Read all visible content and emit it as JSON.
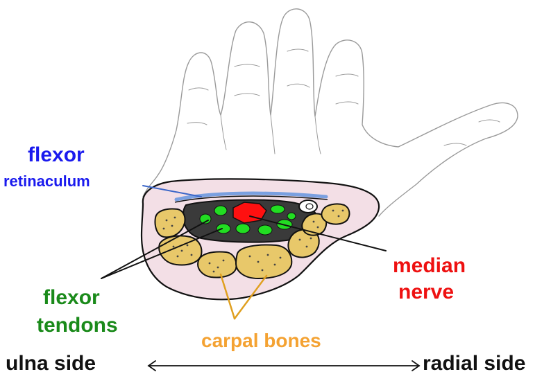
{
  "labels": {
    "flexor_retinaculum_line1": "flexor",
    "flexor_retinaculum_line2": "retinaculum",
    "median_nerve_line1": "median",
    "median_nerve_line2": "nerve",
    "flexor_tendons_line1": "flexor",
    "flexor_tendons_line2": "tendons",
    "carpal_bones": "carpal bones",
    "ulna_side": "ulna side",
    "radial_side": "radial side"
  },
  "colors": {
    "retinaculum_label": "#1a1aee",
    "median_nerve_label": "#ee1111",
    "tendons_label": "#1a8a1a",
    "carpal_label": "#f4a232",
    "axis_label": "#111111",
    "hand_outline": "#9a9a9a",
    "canal_fill": "#3a3a3a",
    "tendon_fill": "#22dd22",
    "nerve_fill": "#ff1010",
    "bone_fill": "#e8c86a",
    "retinaculum_band": "#7aa0e0",
    "soft_tissue_tint": "#f3dfe6"
  },
  "icons": {
    "axis_arrow": "double-headed-arrow"
  }
}
